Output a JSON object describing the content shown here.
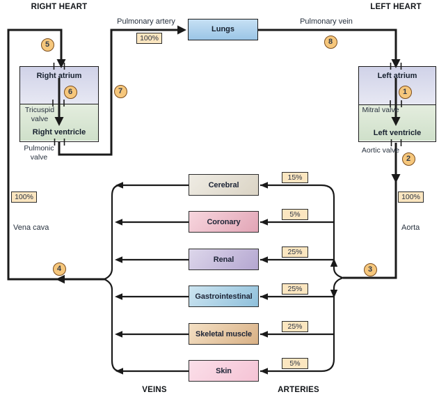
{
  "headers": {
    "right_heart": "RIGHT HEART",
    "left_heart": "LEFT HEART",
    "veins": "VEINS",
    "arteries": "ARTERIES"
  },
  "lungs": {
    "label": "Lungs"
  },
  "right_heart": {
    "atrium": "Right atrium",
    "ventricle": "Right ventricle",
    "av_valve": "Tricuspid valve",
    "outflow_valve": "Pulmonic valve"
  },
  "left_heart": {
    "atrium": "Left atrium",
    "ventricle": "Left ventricle",
    "av_valve": "Mitral valve",
    "outflow_valve": "Aortic valve"
  },
  "vessels": {
    "pulmonary_artery": "Pulmonary artery",
    "pulmonary_vein": "Pulmonary vein",
    "vena_cava": "Vena cava",
    "aorta": "Aorta"
  },
  "flow_percentages": {
    "pulmonary_artery": "100%",
    "vena_cava": "100%",
    "aorta": "100%"
  },
  "organs": [
    {
      "name": "Cerebral",
      "percent": "15%",
      "color_light": "#efece4",
      "color_dark": "#dbd4c5"
    },
    {
      "name": "Coronary",
      "percent": "5%",
      "color_light": "#f7d6de",
      "color_dark": "#e2a5b6"
    },
    {
      "name": "Renal",
      "percent": "25%",
      "color_light": "#ddd7eb",
      "color_dark": "#b4a6d0"
    },
    {
      "name": "Gastrointestinal",
      "percent": "25%",
      "color_light": "#cde5f1",
      "color_dark": "#8fc0db"
    },
    {
      "name": "Skeletal muscle",
      "percent": "25%",
      "color_light": "#f4e0c4",
      "color_dark": "#d9b186"
    },
    {
      "name": "Skin",
      "percent": "5%",
      "color_light": "#fbdfe9",
      "color_dark": "#f5c3d5"
    }
  ],
  "steps": [
    "1",
    "2",
    "3",
    "4",
    "5",
    "6",
    "7",
    "8"
  ],
  "colors": {
    "line": "#1a1a1a",
    "circle_bg": "#f6c77c",
    "circle_border": "#7a4b1a",
    "pct_bg": "#fbe6c0",
    "pct_border": "#2b2b2b",
    "lungs_light": "#c6e0f4",
    "lungs_dark": "#9bc5e6",
    "atrium_light": "#e7e8f3",
    "atrium_dark": "#d0d2e8",
    "ventricle_light": "#e4edde",
    "ventricle_dark": "#cfe0ca",
    "text": "#26303d",
    "text_strong": "#111418"
  }
}
